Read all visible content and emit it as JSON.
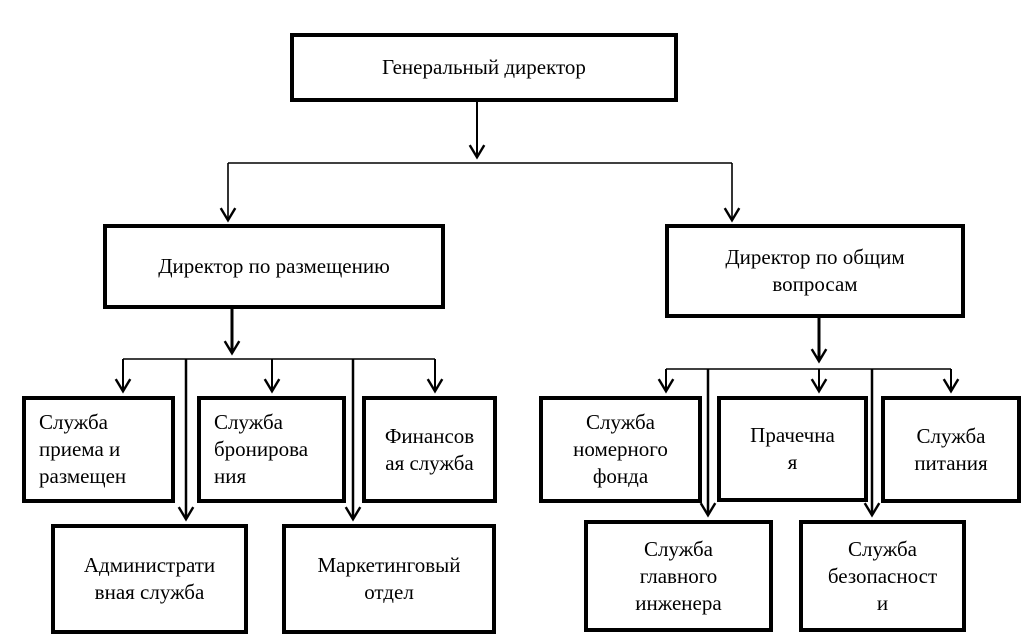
{
  "org_chart": {
    "nodes": {
      "general_director": "Генеральный директор",
      "director_accommodation": "Директор по размещению",
      "director_general_affairs": "Директор по общим\nвопросам",
      "reception_service": "Служба\nприема и\nразмещен",
      "booking_service": "Служба\nбронирова\nния",
      "finance_service": "Финансов\nая служба",
      "rooms_service": "Служба\nномерного\nфонда",
      "laundry_service": "Прачечна\nя",
      "food_service": "Служба\nпитания",
      "administrative_service": "Администрати\nвная служба",
      "marketing_department": "Маркетинговый\nотдел",
      "chief_engineer_service": "Служба\nглавного\nинженера",
      "security_service": "Служба\nбезопасност\nи"
    },
    "line_color": "#000000",
    "box_background": "#ffffff"
  }
}
